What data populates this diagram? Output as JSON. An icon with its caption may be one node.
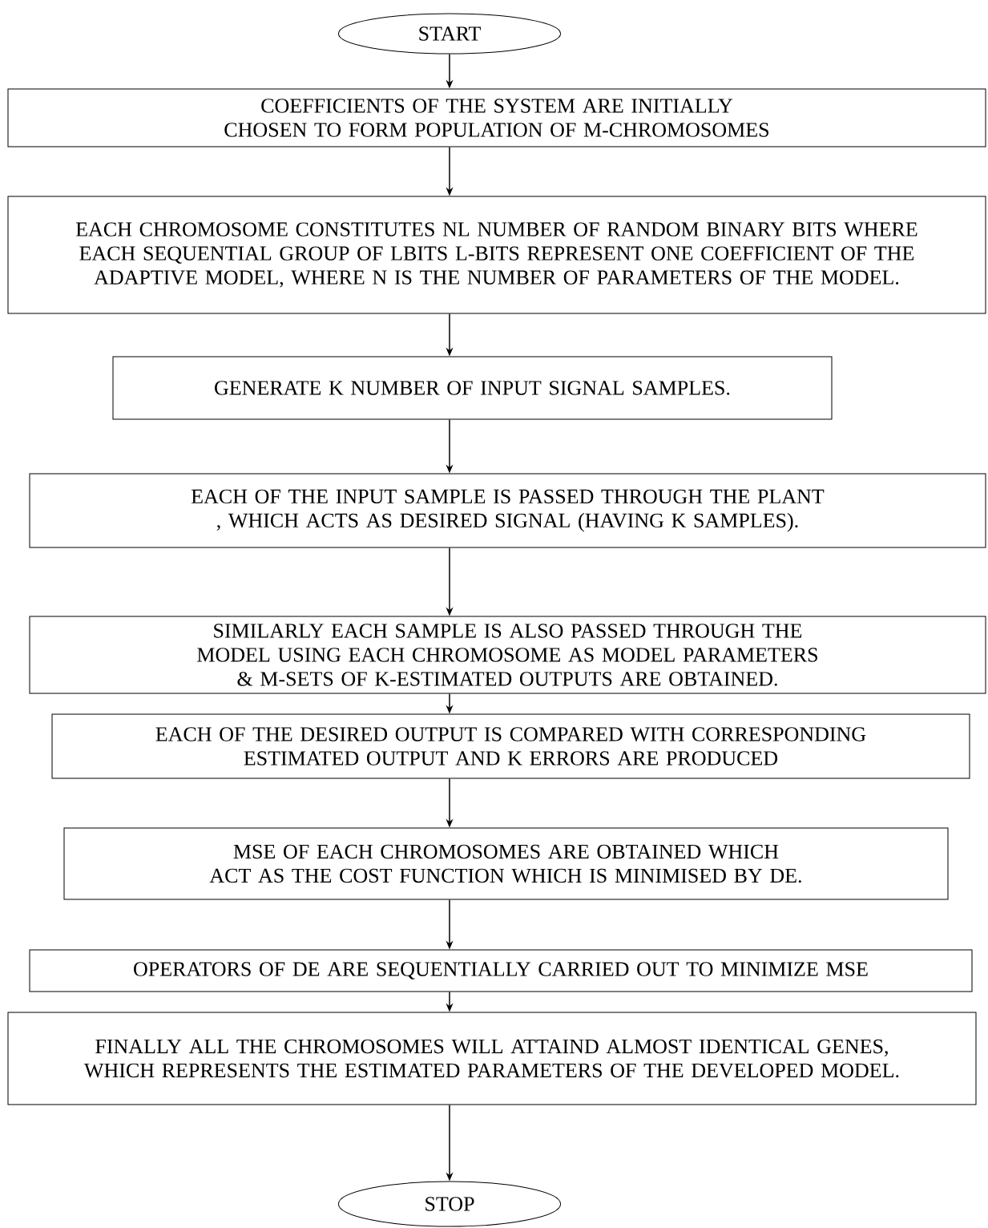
{
  "diagram": {
    "nodes": [
      {
        "text": [
          "START"
        ]
      },
      {
        "text": [
          "COEFFICIENTS OF THE SYSTEM ARE INITIALLY CHOSEN TO FORM POPULATION OF M-CHROMOSOMES"
        ]
      },
      {
        "text": [
          "EACH CHROMOSOME CONSTITUTES NL NUMBER OF RANDOM BINARY BITS WHERE EACH SEQUENTIAL GROUP OF LBITS L-BITS REPRESENT ONE COEFFICIENT OF THE ADAPTIVE MODEL, WHERE N IS THE NUMBER OF PARAMETERS OF THE MODEL."
        ]
      },
      {
        "text": [
          "GENERATE K NUMBER OF INPUT SIGNAL SAMPLES."
        ]
      },
      {
        "text": [
          "EACH OF THE INPUT SAMPLE IS PASSED THROUGH THE PLANT , WHICH ACTS AS DESIRED SIGNAL (HAVING K SAMPLES)."
        ]
      },
      {
        "text": [
          "SIMILARLY EACH SAMPLE IS ALSO PASSED THROUGH THE MODEL USING EACH CHROMOSOME AS MODEL PARAMETERS & M-SETS OF K-ESTIMATED OUTPUTS ARE OBTAINED."
        ]
      },
      {
        "text": [
          "EACH OF THE DESIRED OUTPUT IS COMPARED WITH CORRESPONDING ESTIMATED OUTPUT AND K ERRORS ARE PRODUCED"
        ]
      },
      {
        "text": [
          "MSE OF EACH CHROMOSOMES ARE OBTAINED WHICH ACT AS THE COST FUNCTION WHICH IS MINIMISED BY DE."
        ]
      },
      {
        "text": [
          "OPERATORS OF DE ARE SEQUENTIALLY CARRIED OUT TO MINIMIZE MSE"
        ]
      },
      {
        "text": [
          "FINALLY ALL THE CHROMOSOMES WILL ATTAIND ALMOST IDENTICAL GENES, WHICH REPRESENTS THE ESTIMATED PARAMETERS OF THE DEVELOPED MODEL."
        ]
      },
      {
        "text": [
          "STOP"
        ]
      }
    ],
    "edges": [
      {
        "from": 0,
        "to": 1,
        "arrow": "to"
      },
      {
        "from": 1,
        "to": 2,
        "arrow": "to"
      },
      {
        "from": 2,
        "to": 3,
        "arrow": "to"
      },
      {
        "from": 3,
        "to": 4,
        "arrow": "to"
      },
      {
        "from": 4,
        "to": 5,
        "arrow": "to"
      },
      {
        "from": 5,
        "to": 6,
        "arrow": "to"
      },
      {
        "from": 6,
        "to": 7,
        "arrow": "to"
      },
      {
        "from": 7,
        "to": 8,
        "arrow": "to"
      },
      {
        "from": 8,
        "to": 9,
        "arrow": "to"
      },
      {
        "from": 9,
        "to": 10,
        "arrow": "to"
      }
    ]
  }
}
